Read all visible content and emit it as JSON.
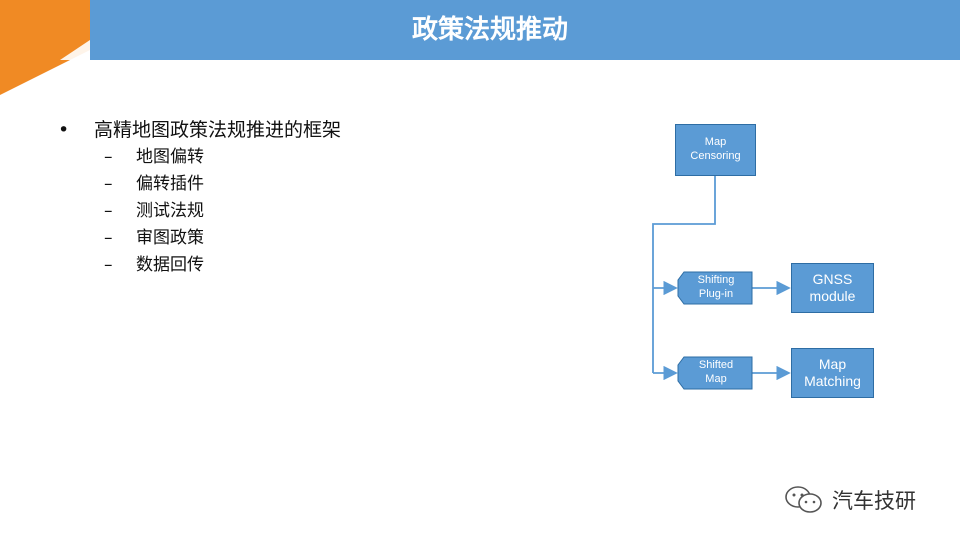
{
  "header": {
    "title": "政策法规推动"
  },
  "bullets": {
    "main": {
      "marker": "•",
      "text": "高精地图政策法规推进的框架"
    },
    "sub_marker": "–",
    "items": [
      "地图偏转",
      "偏转插件",
      "测试法规",
      "审图政策",
      "数据回传"
    ]
  },
  "diagram": {
    "map_censoring": {
      "line1": "Map",
      "line2": "Censoring"
    },
    "shifting_plugin": {
      "line1": "Shifting",
      "line2": "Plug-in"
    },
    "shifted_map": {
      "line1": "Shifted",
      "line2": "Map"
    },
    "gnss_module": {
      "line1": "GNSS",
      "line2": "module"
    },
    "map_matching": {
      "line1": "Map",
      "line2": "Matching"
    }
  },
  "watermark": {
    "text": "汽车技研",
    "icon": "wechat-icon"
  },
  "colors": {
    "header_blue": "#5b9bd5",
    "accent_orange": "#f08a24",
    "node_blue": "#5b9bd5"
  }
}
